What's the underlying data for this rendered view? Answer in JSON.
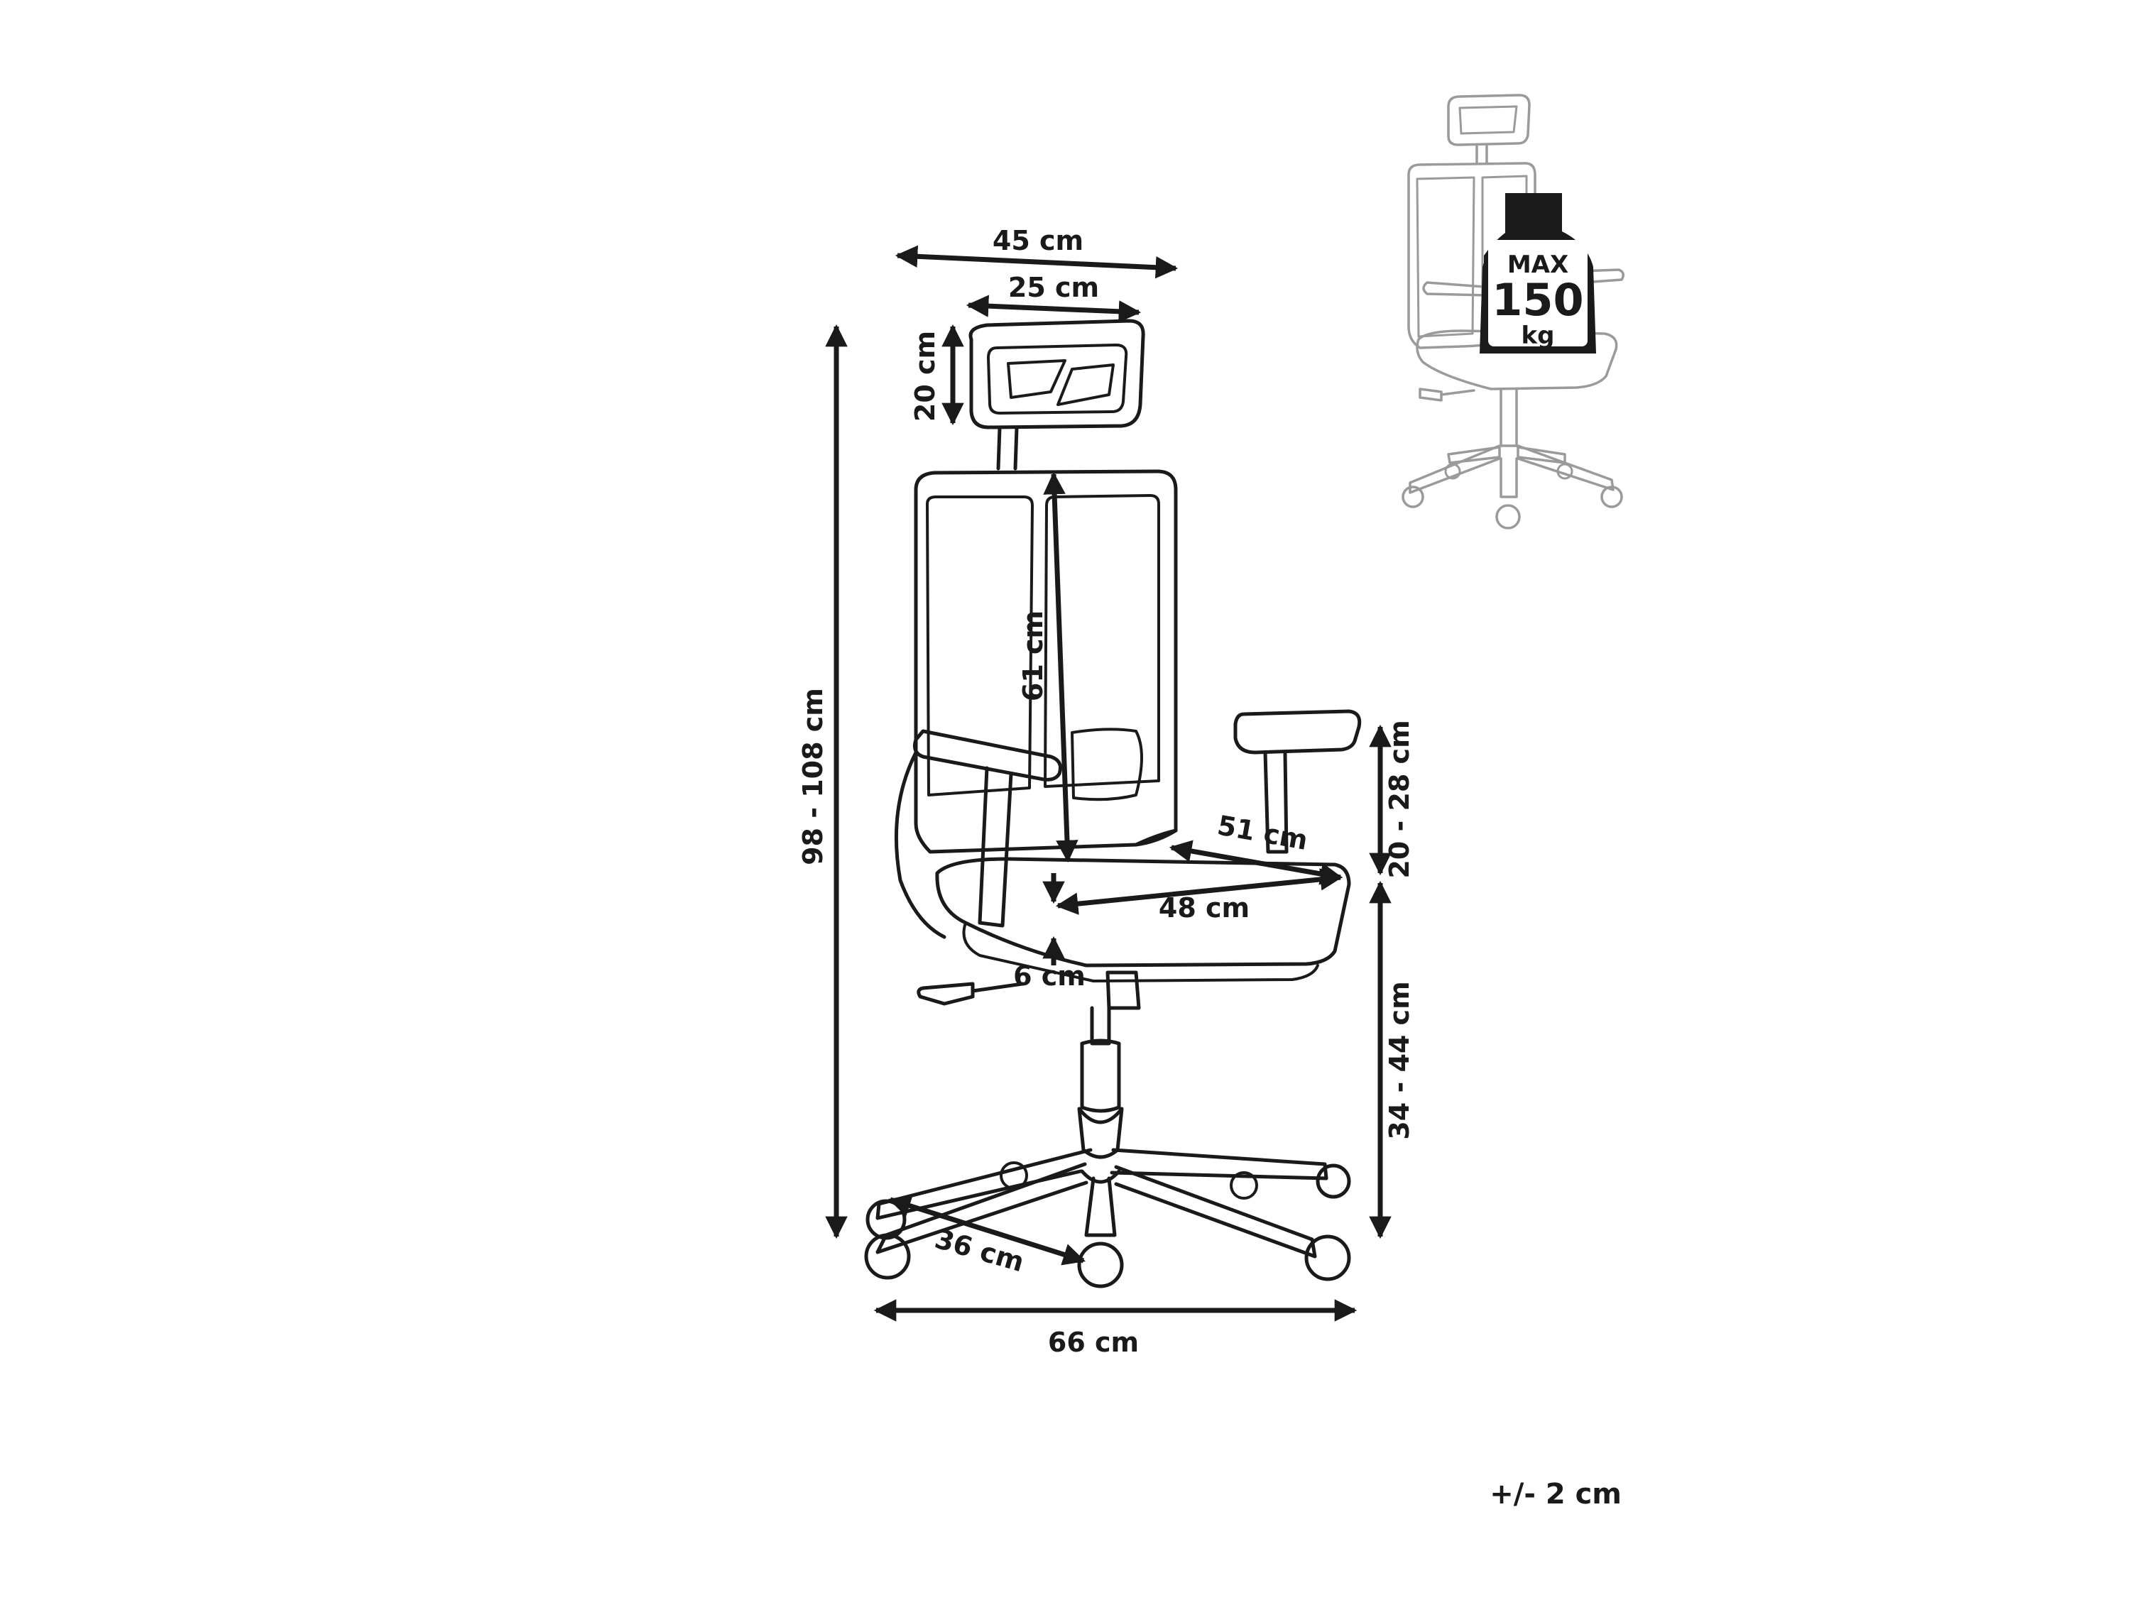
{
  "dimensions": {
    "headrest_outer_width": "45 cm",
    "headrest_inner_width": "25 cm",
    "headrest_height": "20 cm",
    "total_height": "98 - 108 cm",
    "backrest_height": "61 cm",
    "armrest_height": "20 - 28 cm",
    "seat_depth": "51 cm",
    "seat_width": "48 cm",
    "seat_thickness": "6 cm",
    "seat_height": "34 - 44 cm",
    "leg_length": "36 cm",
    "base_width": "66 cm"
  },
  "max_load": {
    "label": "MAX",
    "value": "150",
    "unit": "kg"
  },
  "tolerance": "+/- 2 cm"
}
